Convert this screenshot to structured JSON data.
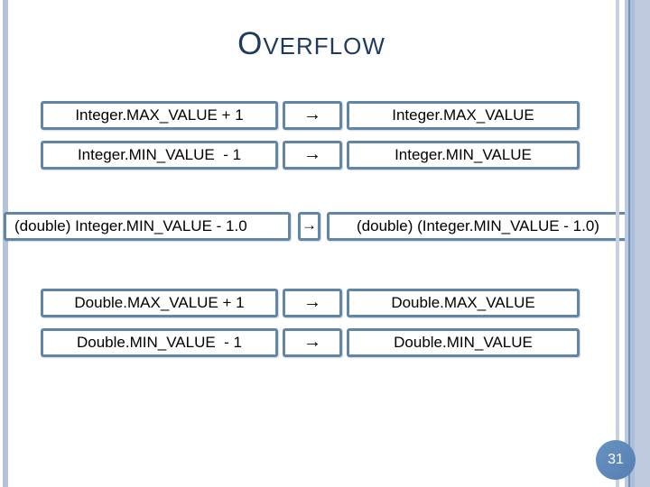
{
  "slide": {
    "title_first_letter": "O",
    "title_rest": "VERFLOW",
    "page_number": "31"
  },
  "rows": [
    {
      "expr": "Integer.MAX_VALUE + 1",
      "arrow": "→",
      "result": "Integer.MAX_VALUE"
    },
    {
      "expr": "Integer.MIN_VALUE  - 1",
      "arrow": "→",
      "result": "Integer.MIN_VALUE"
    },
    {
      "expr": "(double) Integer.MIN_VALUE - 1.0",
      "arrow": "→",
      "result": "(double) (Integer.MIN_VALUE - 1.0)"
    },
    {
      "expr": "Double.MAX_VALUE + 1",
      "arrow": "→",
      "result": "Double.MAX_VALUE"
    },
    {
      "expr": "Double.MIN_VALUE  - 1",
      "arrow": "→",
      "result": "Double.MIN_VALUE"
    }
  ],
  "colors": {
    "box_border": "#6286a5",
    "title_text": "#1f3a5f",
    "box_text": "#000000",
    "page_badge": "#5d87ba",
    "page_badge_text": "#ffffff",
    "stripe_light": "#bfcadf",
    "stripe_dark": "#7294bb"
  }
}
